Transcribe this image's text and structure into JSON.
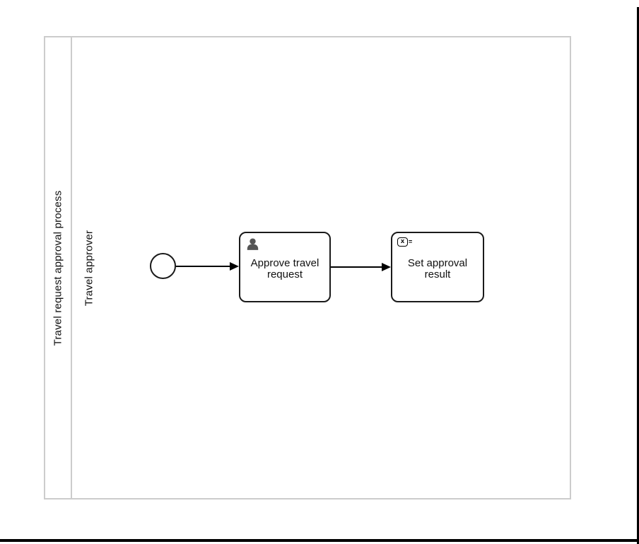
{
  "diagram": {
    "pool": {
      "name": "Travel request approval process"
    },
    "lanes": [
      {
        "name": "Travel approver"
      }
    ],
    "elements": [
      {
        "id": "start-event",
        "kind": "start-event",
        "label": ""
      },
      {
        "id": "approve-travel-request",
        "kind": "user-task",
        "label": "Approve travel request"
      },
      {
        "id": "set-approval-result",
        "kind": "script-task",
        "label": "Set approval result"
      }
    ],
    "flows": [
      {
        "from": "start-event",
        "to": "approve-travel-request"
      },
      {
        "from": "approve-travel-request",
        "to": "set-approval-result"
      }
    ]
  },
  "icons": {
    "user_task": "user-icon",
    "script_task": "script-expression-icon",
    "script_x": "x",
    "script_eq": "="
  },
  "colors": {
    "pool_border": "#cccccc",
    "element_stroke": "#1a1a1a",
    "user_icon_fill": "#555555",
    "text": "#111111",
    "frame": "#000000",
    "background": "#ffffff"
  }
}
